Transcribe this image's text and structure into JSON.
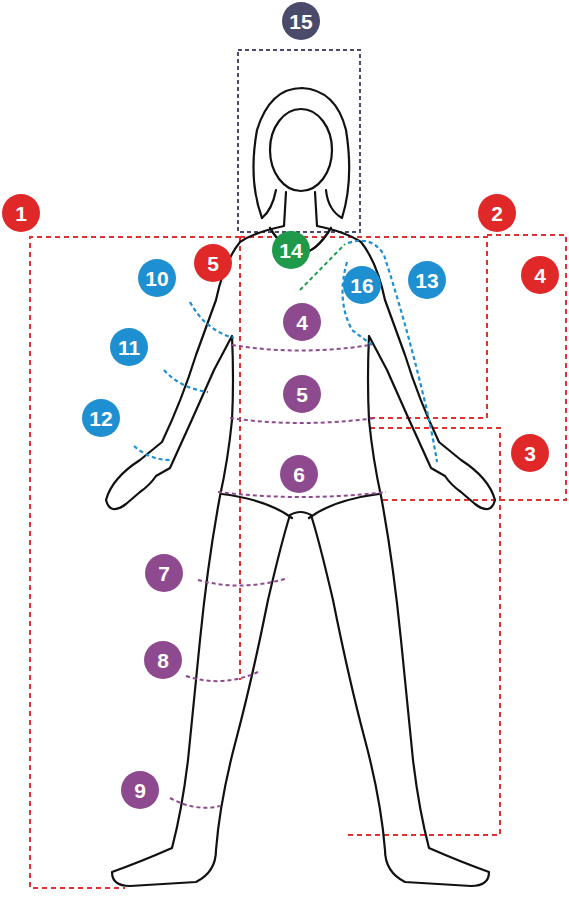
{
  "diagram": {
    "nodes": [
      {
        "text": [
          "15"
        ]
      },
      {
        "text": [
          "1"
        ]
      },
      {
        "text": [
          "2"
        ]
      },
      {
        "text": [
          "5"
        ]
      },
      {
        "text": [
          "14"
        ]
      },
      {
        "text": [
          "4"
        ]
      },
      {
        "text": [
          "10"
        ]
      },
      {
        "text": [
          "16"
        ]
      },
      {
        "text": [
          "13"
        ]
      },
      {
        "text": [
          "4"
        ]
      },
      {
        "text": [
          "11"
        ]
      },
      {
        "text": [
          "5"
        ]
      },
      {
        "text": [
          "3"
        ]
      },
      {
        "text": [
          "12"
        ]
      },
      {
        "text": [
          "6"
        ]
      },
      {
        "text": [
          "7"
        ]
      },
      {
        "text": [
          "8"
        ]
      },
      {
        "text": [
          "9"
        ]
      }
    ]
  }
}
